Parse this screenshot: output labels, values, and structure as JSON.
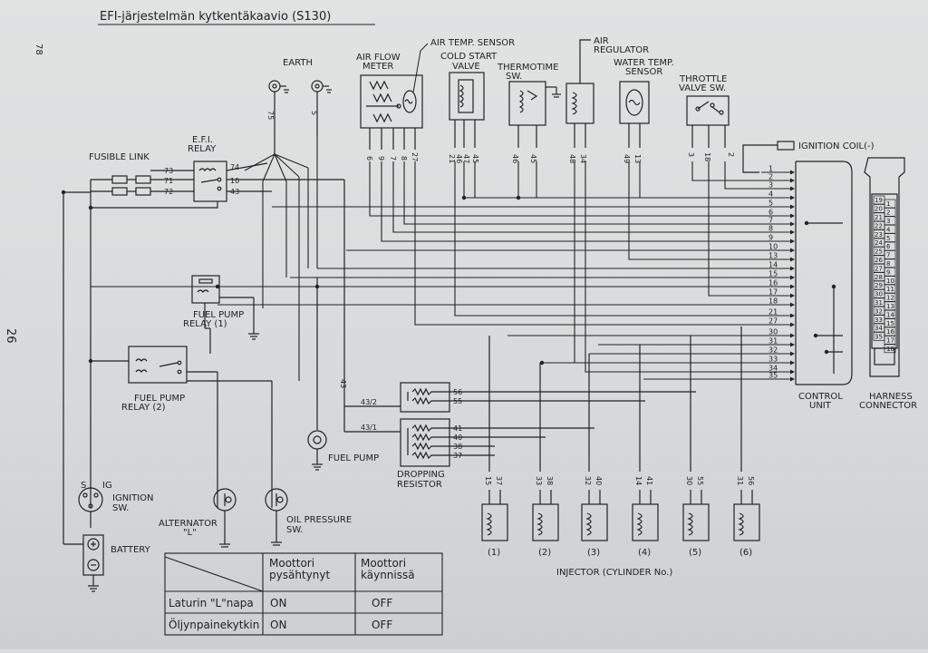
{
  "page_title": "EFI-järjestelmän kytkentäkaavio (S130)",
  "side_page_78": "78",
  "side_page_26": "26",
  "components": {
    "earth": "EARTH",
    "air_flow_meter": [
      "AIR FLOW",
      "METER"
    ],
    "air_temp_sensor": "AIR TEMP. SENSOR",
    "cold_start_valve": [
      "COLD START",
      "VALVE"
    ],
    "thermotime_sw": [
      "THERMOTIME",
      "SW."
    ],
    "air_regulator": [
      "AIR",
      "REGULATOR"
    ],
    "water_temp_sensor": [
      "WATER TEMP.",
      "SENSOR"
    ],
    "throttle_valve_sw": [
      "THROTTLE",
      "VALVE SW."
    ],
    "ignition_coil": "IGNITION COIL(-)",
    "fusible_link": "FUSIBLE LINK",
    "efi_relay": [
      "E.F.I.",
      "RELAY"
    ],
    "fuel_pump_relay_1": [
      "FUEL PUMP",
      "RELAY (1)"
    ],
    "fuel_pump_relay_2": [
      "FUEL PUMP",
      "RELAY (2)"
    ],
    "fuel_pump": "FUEL PUMP",
    "dropping_resistor": [
      "DROPPING",
      "RESISTOR"
    ],
    "ignition_sw": [
      "IGNITION",
      "SW."
    ],
    "ignition_terms": [
      "S",
      "IG"
    ],
    "alternator": [
      "ALTERNATOR",
      "\"L\""
    ],
    "oil_pressure_sw": [
      "OIL PRESSURE",
      "SW."
    ],
    "battery": "BATTERY",
    "control_unit": [
      "CONTROL",
      "UNIT"
    ],
    "harness_connector": [
      "HARNESS",
      "CONNECTOR"
    ],
    "injector_caption": "INJECTOR (CYLINDER No.)",
    "injectors": [
      "(1)",
      "(2)",
      "(3)",
      "(4)",
      "(5)",
      "(6)"
    ]
  },
  "wire_numbers": {
    "earth": [
      "75",
      "5"
    ],
    "afm": [
      "6",
      "9",
      "7",
      "8",
      "27"
    ],
    "csv": [
      "21",
      "46",
      "47",
      "45"
    ],
    "thermotime": [
      "46",
      "45"
    ],
    "air_regulator": [
      "48",
      "34"
    ],
    "water_temp": [
      "49",
      "13"
    ],
    "throttle": [
      "3",
      "18",
      "2"
    ],
    "fusible_left": [
      "73",
      "71",
      "72"
    ],
    "efi_relay_right": [
      "74",
      "10",
      "43"
    ],
    "relay_feed": "43",
    "resistor_taps": [
      "43/2",
      "43/1"
    ],
    "resistor_upper": [
      "56",
      "55"
    ],
    "resistor_lower": [
      "41",
      "40",
      "38",
      "37"
    ],
    "injector_pairs": [
      [
        "15",
        "37"
      ],
      [
        "33",
        "38"
      ],
      [
        "32",
        "40"
      ],
      [
        "14",
        "41"
      ],
      [
        "30",
        "55"
      ],
      [
        "31",
        "56"
      ]
    ]
  },
  "control_unit_pins": [
    "1",
    "2",
    "3",
    "4",
    "5",
    "6",
    "7",
    "8",
    "9",
    "10",
    "13",
    "14",
    "15",
    "16",
    "17",
    "18",
    "21",
    "27",
    "30",
    "31",
    "32",
    "33",
    "34",
    "35"
  ],
  "harness_pins": {
    "left": [
      "19",
      "20",
      "21",
      "22",
      "23",
      "24",
      "25",
      "26",
      "27",
      "28",
      "29",
      "30",
      "31",
      "32",
      "33",
      "34",
      "35"
    ],
    "right": [
      "1",
      "2",
      "3",
      "4",
      "5",
      "6",
      "7",
      "8",
      "9",
      "10",
      "11",
      "12",
      "13",
      "14",
      "15",
      "16",
      "17",
      "18"
    ]
  },
  "status_table": {
    "headers": [
      "Moottori\npysähtynyt",
      "Moottori\nkäynnissä"
    ],
    "rows": [
      {
        "label": "Laturin \"L\"napa",
        "stopped": "ON",
        "running": "OFF"
      },
      {
        "label": "Öljynpainekytkin",
        "stopped": "ON",
        "running": "OFF"
      }
    ]
  }
}
